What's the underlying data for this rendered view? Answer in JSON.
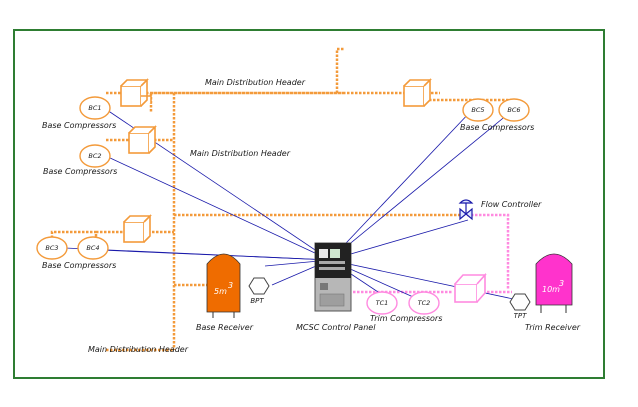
{
  "labels": {
    "header_top": "Main Distribution Header",
    "header_mid": "Main Distribution Header",
    "header_bottom": "Main Distribution Header",
    "base_compressors": "Base Compressors",
    "flow_controller": "Flow Controller",
    "base_receiver": "Base Receiver",
    "trim_receiver": "Trim Receiver",
    "control_panel": "MCSC Control Panel",
    "trim_compressors": "Trim Compressors",
    "bpt": "BPT",
    "tpt": "TPT"
  },
  "compressors": {
    "bc1": "BC1",
    "bc2": "BC2",
    "bc3": "BC3",
    "bc4": "BC4",
    "bc5": "BC5",
    "bc6": "BC6",
    "tc1": "TC1",
    "tc2": "TC2"
  },
  "receivers": {
    "base_volume": "5m",
    "base_exp": "3",
    "trim_volume": "10m",
    "trim_exp": "3"
  },
  "colors": {
    "frame": "#2e7d32",
    "main_pipe": "#f39a3a",
    "trim_pipe": "#ff8ae0",
    "signal": "#1a1aaa",
    "base_receiver": "#ef6c00",
    "trim_receiver": "#ff33cc"
  }
}
